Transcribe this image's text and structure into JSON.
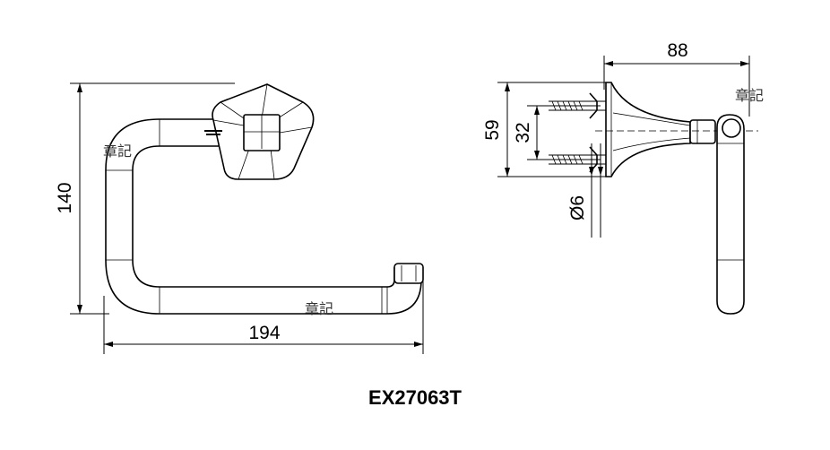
{
  "drawing": {
    "model_number": "EX27063T",
    "front_view": {
      "height_dim": "140",
      "width_dim": "194",
      "watermark_left": "章記",
      "watermark_bottom": "章記"
    },
    "side_view": {
      "depth_dim": "88",
      "mount_height_dim": "59",
      "screw_spacing_dim": "32",
      "screw_dia_dim": "Ø6",
      "watermark_right": "章記"
    }
  }
}
